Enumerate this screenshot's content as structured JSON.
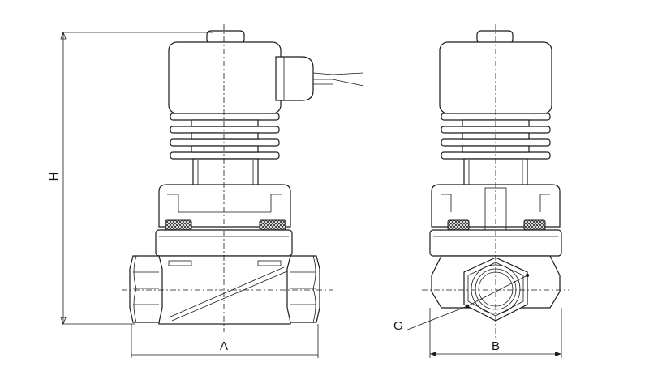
{
  "dimensions": {
    "height_label": "H",
    "width_front_label": "A",
    "width_side_label": "B",
    "port_label": "G"
  }
}
